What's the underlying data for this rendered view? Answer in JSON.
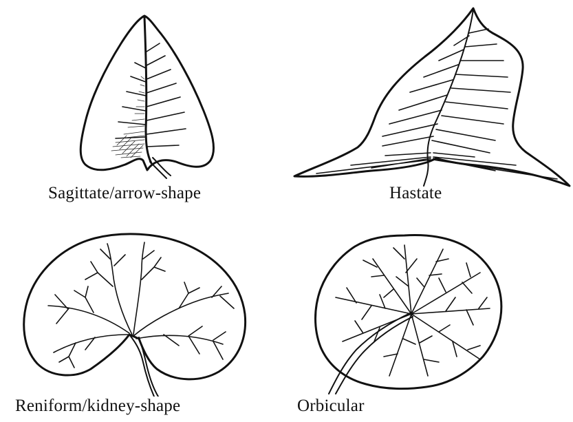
{
  "figure": {
    "panels": [
      {
        "id": "sagittate",
        "caption": "Sagittate/arrow-shape"
      },
      {
        "id": "hastate",
        "caption": "Hastate"
      },
      {
        "id": "reniform",
        "caption": "Reniform/kidney-shape"
      },
      {
        "id": "orbicular",
        "caption": "Orbicular"
      }
    ]
  }
}
